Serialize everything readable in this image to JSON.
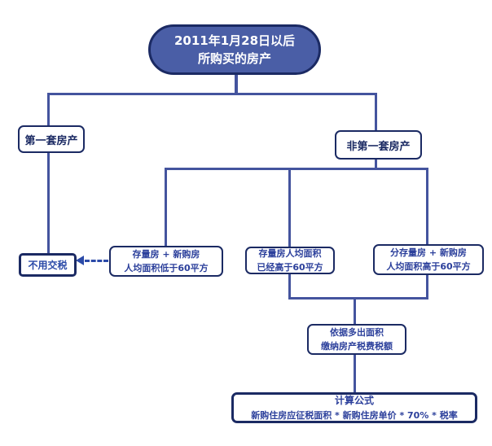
{
  "diagram_type": "flowchart",
  "colors": {
    "root_fill": "#4a5ea6",
    "border_navy": "#1b2a63",
    "connector_blue": "#44549e",
    "text_blue": "#2b3f9b",
    "arrow_blue": "#2b4aa8",
    "root_text": "#ffffff",
    "background": "#ffffff"
  },
  "nodes": {
    "root": {
      "line1": "2011年1月28日以后",
      "line2": "所购买的房产"
    },
    "first_property": {
      "label": "第一套房产"
    },
    "non_first_property": {
      "label": "非第一套房产"
    },
    "no_tax": {
      "label": "不用交税"
    },
    "case_under_60": {
      "line1": "存量房 + 新购房",
      "line2": "人均面积低于60平方"
    },
    "case_stock_over_60": {
      "line1": "存量房人均面积",
      "line2": "已经高于60平方"
    },
    "case_total_over_60": {
      "line1": "分存量房 + 新购房",
      "line2": "人均面积高于60平方"
    },
    "excess_area": {
      "line1": "依据多出面积",
      "line2": "缴纳房产税费税额"
    },
    "formula": {
      "title": "计算公式",
      "expression": "新购住房应征税面积 * 新购住房单价 * 70% * 税率"
    }
  }
}
